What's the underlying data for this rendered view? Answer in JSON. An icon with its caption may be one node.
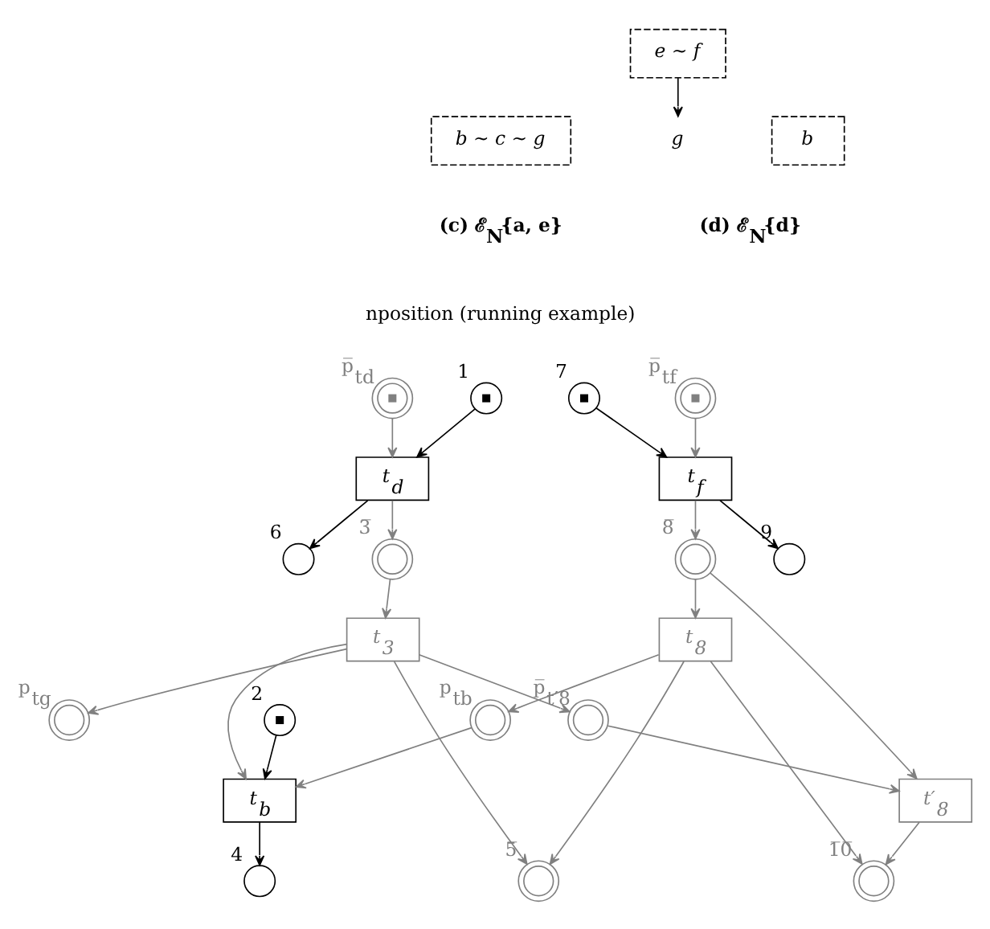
{
  "diagram": {
    "nodes": [
      {
        "text": [
          "b ∼ c ∼ g"
        ]
      },
      {
        "text": [
          "e ∼ f"
        ]
      },
      {
        "text": [
          "g"
        ]
      },
      {
        "text": [
          "b"
        ]
      },
      {
        "text": [],
        "shape": "token-ring",
        "beside": [
          "p̅$_{td}$"
        ]
      },
      {
        "text": [],
        "shape": "token-circle",
        "beside": [
          "1"
        ]
      },
      {
        "text": [
          "t$_{d}$"
        ]
      },
      {
        "text": [],
        "shape": "circle",
        "beside": [
          "6"
        ]
      },
      {
        "text": [],
        "shape": "ring",
        "beside": [
          "3̅"
        ]
      },
      {
        "text": [],
        "shape": "token-circle",
        "beside": [
          "7"
        ]
      },
      {
        "text": [],
        "shape": "token-ring",
        "beside": [
          "p̅$_{tf}$"
        ]
      },
      {
        "text": [
          "t$_{f}$"
        ]
      },
      {
        "text": [],
        "shape": "ring",
        "beside": [
          "8̅"
        ]
      },
      {
        "text": [],
        "shape": "circle",
        "beside": [
          "9"
        ]
      },
      {
        "text": [
          "t$_{3}$"
        ]
      },
      {
        "text": [
          "t$_{8}$"
        ]
      },
      {
        "text": [],
        "shape": "ring",
        "beside": [
          "p$_{tg}$"
        ]
      },
      {
        "text": [],
        "shape": "token-circle",
        "beside": [
          "2"
        ]
      },
      {
        "text": [],
        "shape": "ring",
        "beside": [
          "p$_{tb}$"
        ]
      },
      {
        "text": [],
        "shape": "ring",
        "beside": [
          "p̅$_{t′8}$"
        ]
      },
      {
        "text": [
          "t$_{b}$"
        ]
      },
      {
        "text": [
          "t′$_{8}$"
        ]
      },
      {
        "text": [],
        "shape": "ring",
        "beside": [
          "5̅"
        ]
      },
      {
        "text": [],
        "shape": "circle",
        "beside": [
          "4"
        ]
      },
      {
        "text": [],
        "shape": "ring",
        "beside": [
          "1̅0̅"
        ]
      }
    ],
    "edges": [
      {
        "from": 1,
        "to": 2,
        "arrow": "to",
        "color": "#000000"
      },
      {
        "from": 4,
        "to": 6,
        "arrow": "to"
      },
      {
        "from": 5,
        "to": 6,
        "arrow": "to",
        "color": "#000000"
      },
      {
        "from": 6,
        "to": 7,
        "arrow": "to",
        "color": "#000000"
      },
      {
        "from": 6,
        "to": 8,
        "arrow": "to"
      },
      {
        "from": 9,
        "to": 11,
        "arrow": "to",
        "color": "#000000"
      },
      {
        "from": 10,
        "to": 11,
        "arrow": "to"
      },
      {
        "from": 11,
        "to": 12,
        "arrow": "to"
      },
      {
        "from": 11,
        "to": 13,
        "arrow": "to",
        "color": "#000000"
      },
      {
        "from": 8,
        "to": 14,
        "arrow": "to"
      },
      {
        "from": 12,
        "to": 15,
        "arrow": "to"
      },
      {
        "from": 12,
        "to": 21,
        "arrow": "to"
      },
      {
        "from": 14,
        "to": 16,
        "arrow": "to"
      },
      {
        "from": 14,
        "to": 22,
        "arrow": "to"
      },
      {
        "from": 14,
        "to": 20,
        "arrow": "to"
      },
      {
        "from": 14,
        "to": 19,
        "arrow": "to"
      },
      {
        "from": 15,
        "to": 18,
        "arrow": "to"
      },
      {
        "from": 15,
        "to": 22,
        "arrow": "to"
      },
      {
        "from": 15,
        "to": 24,
        "arrow": "to"
      },
      {
        "from": 17,
        "to": 20,
        "arrow": "to",
        "color": "#000000"
      },
      {
        "from": 18,
        "to": 20,
        "arrow": "to"
      },
      {
        "from": 20,
        "to": 23,
        "arrow": "to",
        "color": "#000000"
      },
      {
        "from": 19,
        "to": 21,
        "arrow": "to"
      },
      {
        "from": 21,
        "to": 24,
        "arrow": "to"
      }
    ],
    "labels": [
      "(c) ℰ$_{N}${a, e}",
      "(d) ℰ$_{N}${d}",
      "nposition (running example)"
    ]
  }
}
